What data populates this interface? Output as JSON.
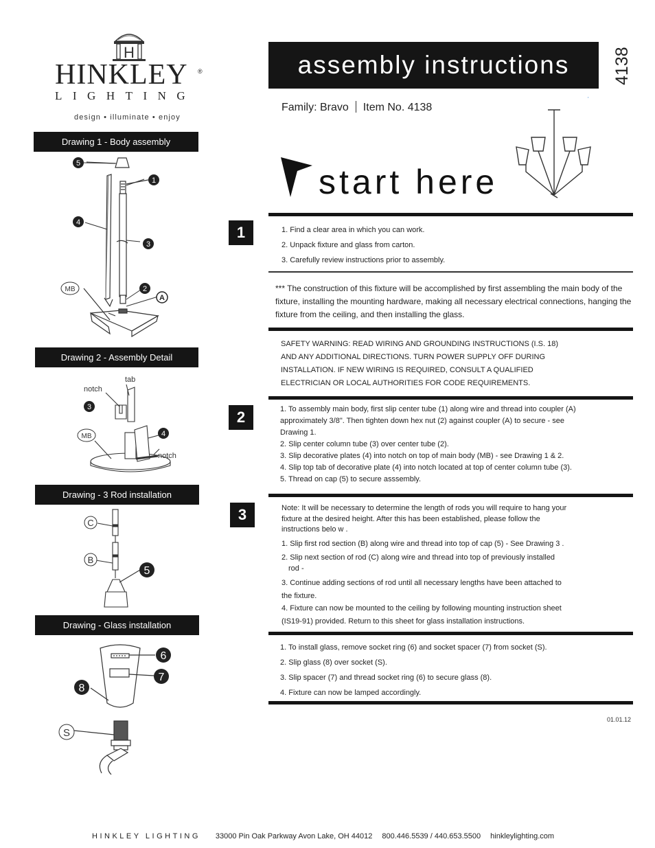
{
  "logo": {
    "name": "HINKLEY",
    "sub": "LIGHTING",
    "reg": "®",
    "tagline": "design • illuminate • enjoy"
  },
  "header": {
    "title": "assembly instructions",
    "item_number_vertical": "4138",
    "family": "Family: Bravo",
    "item": "Item No. 4138",
    "start": "start here"
  },
  "drawings": {
    "d1_label": "Drawing 1 - Body assembly",
    "d2_label": "Drawing 2 - Assembly Detail",
    "d3_label": "Drawing - 3 Rod installation",
    "d4_label": "Drawing - Glass installation",
    "callouts": {
      "one": "1",
      "two": "2",
      "three": "3",
      "four": "4",
      "five": "5",
      "six": "6",
      "seven": "7",
      "eight": "8",
      "mb": "MB",
      "a": "A",
      "b": "B",
      "c": "C",
      "s": "S",
      "tab": "tab",
      "notch": "notch"
    }
  },
  "steps": {
    "s1_num": "1",
    "s1_lines": [
      "1. Find a clear area in which you can work.",
      "2. Unpack fixture and glass from carton.",
      "3. Carefully review instructions prior to assembly."
    ],
    "construction_note": "*** The construction of this fixture will be accomplished by first assembling the main body of the fixture, installing the mounting hardware, making all necessary electrical connections, hanging the fixture from the ceiling, and then installing the glass.",
    "safety_lines": [
      "SAFETY WARNING: READ WIRING AND GROUNDING INSTRUCTIONS (I.S. 18)",
      "AND ANY ADDITIONAL DIRECTIONS. TURN POWER SUPPLY OFF DURING",
      "INSTALLATION. IF NEW WIRING IS REQUIRED, CONSULT A QUALIFIED",
      "ELECTRICIAN OR LOCAL AUTHORITIES FOR CODE REQUIREMENTS."
    ],
    "s2_num": "2",
    "s2_lines": [
      "1. To assembly main body, first slip center tube (1) along wire and thread into coupler (A)",
      "approximately 3/8\". Then tighten down hex nut (2) against coupler (A) to secure - see",
      "Drawing 1.",
      "2. Slip center column tube (3) over center tube (2).",
      "3. Slip decorative plates (4) into notch on top of main body (MB) - see Drawing 1 & 2.",
      "4. Slip top tab of decorative plate (4) into notch located at top of center column tube (3).",
      "5. Thread on cap (5) to secure asssembly."
    ],
    "s3_num": "3",
    "s3_lines": [
      "Note: It will be necessary to determine the length of rods you will require to hang your",
      "fixture at the desired height. After this has been established, please follow the",
      "instructions belo w .",
      "1.  Slip first rod section  (B)  along wire and thread into top of cap (5) - See Drawing 3 .",
      "2.  Slip next section of rod  (C)  along wire and thread into top of previously installed",
      "rod -",
      "3.  Continue adding sections of rod until all necessary lengths have been attached to",
      "the fixture.",
      "4.  Fixture can now be mounted to the ceiling by following mounting instruction sheet",
      "(IS19-91)  provided. Return to this sheet for glass installation instructions."
    ],
    "s4_lines": [
      "1. To install glass, remove socket ring (6) and socket spacer (7) from socket (S).",
      "2. Slip glass (8) over socket (S).",
      "3. Slip spacer (7) and thread socket ring (6) to secure glass (8).",
      "4. Fixture can now be lamped accordingly."
    ]
  },
  "date": "01.01.12",
  "footer": {
    "brand": "HINKLEY LIGHTING",
    "address": "33000 Pin Oak Parkway   Avon Lake, OH  44012",
    "phone": "800.446.5539 / 440.653.5500",
    "web": "hinkleylighting.com"
  }
}
